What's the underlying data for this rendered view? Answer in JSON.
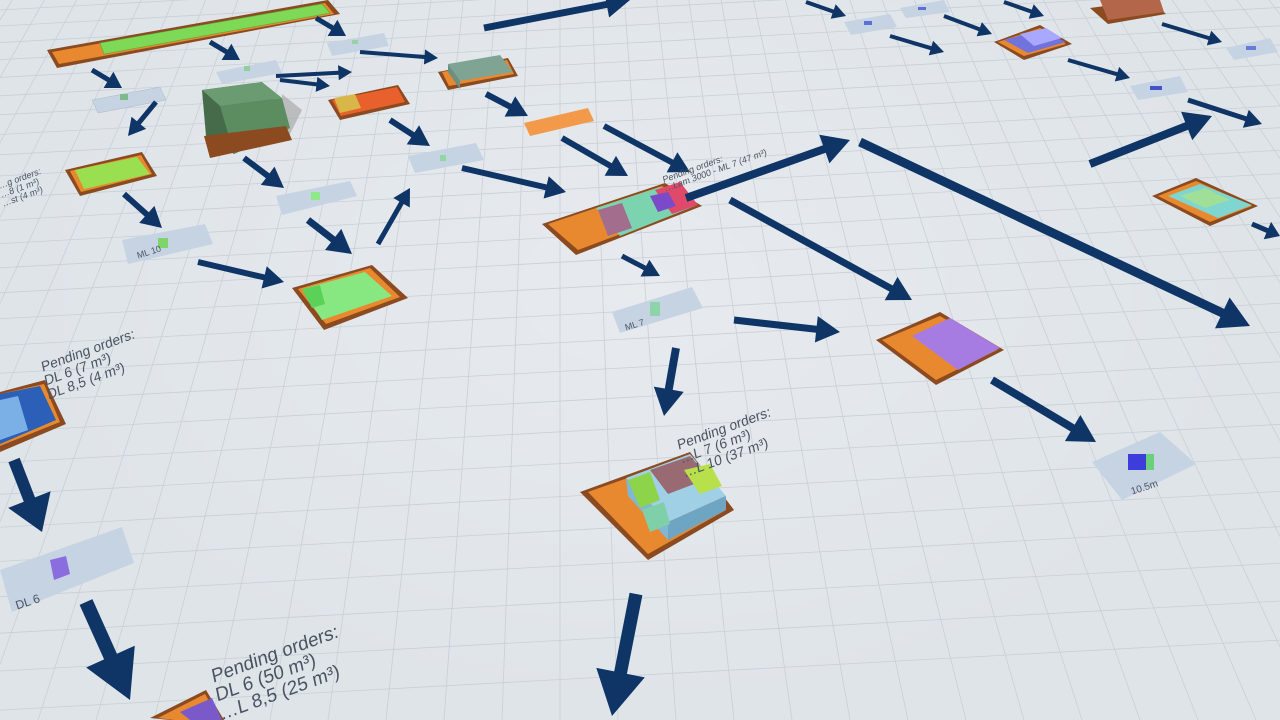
{
  "scene": {
    "colors": {
      "floor": "#dfe4e9",
      "grid": "#c8cfd6",
      "flow_arrow": "#0e3566",
      "buffer_frame": "#8b4a1f",
      "buffer_fill_orange": "#e8892f",
      "sensor_plate": "#c5d3e3"
    }
  },
  "labels": {
    "pending_top_left": [
      "…g orders:",
      "…8 (1 m³)",
      "…st (4 m³)"
    ],
    "pending_left": [
      "Pending orders:",
      "DL 6 (7 m³)",
      "DL 8,5 (4 m³)"
    ],
    "pending_center_top": [
      "Pending orders:",
      "…Lam 3000 - ML 7 (47 m³)"
    ],
    "pending_center": [
      "Pending orders:",
      "…L 7 (6 m³)",
      "…L 10 (37 m³)"
    ],
    "pending_bottom_left": [
      "Pending orders:",
      "DL 6 (50 m³)",
      "…L 8,5 (25 m³)"
    ],
    "sensor_ml10": "ML 10",
    "sensor_ml7": "ML 7",
    "sensor_dl6": "DL 6",
    "sensor_10_5m": "10.5m"
  }
}
